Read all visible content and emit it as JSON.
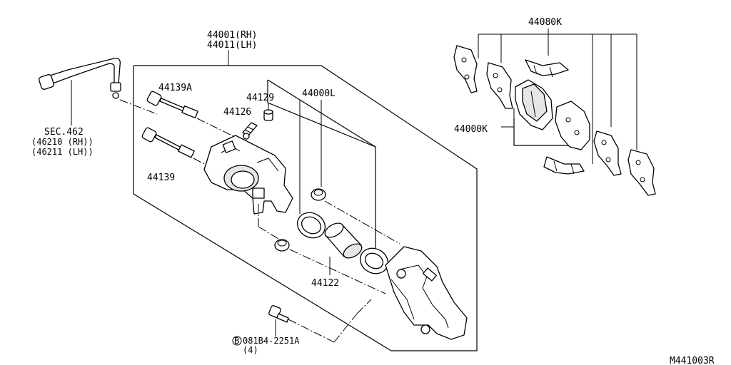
{
  "labels": {
    "caliper_rh": "44001(RH)",
    "caliper_lh": "44011(LH)",
    "pad_kit": "44080K",
    "sec_ref": "SEC.462",
    "hose_rh": "(46210 (RH))",
    "hose_lh": "(46211 (LH))",
    "pin_bolt_a": "44139A",
    "pin_bolt": "44139",
    "bleeder_cap": "44129",
    "bleeder_screw": "44126",
    "seal_kit": "44000L",
    "pad_set": "44000K",
    "piston": "44122",
    "bolt_circle": "B",
    "bolt_part": "081B4-2251A",
    "bolt_qty": "(4)",
    "diagram_code": "M441003R"
  }
}
